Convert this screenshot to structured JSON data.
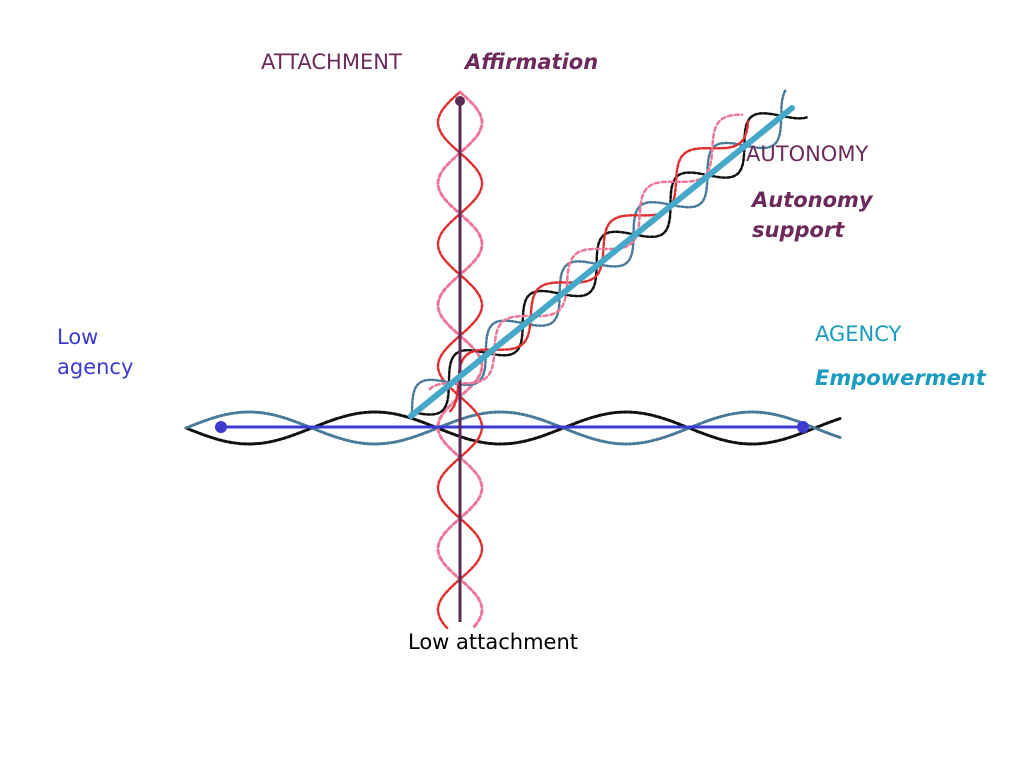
{
  "labels": {
    "attachment": "ATTACHMENT",
    "affirmation": "Affirmation",
    "autonomy": "AUTONOMY",
    "autonomy_support": "Autonomy support",
    "agency": "AGENCY",
    "empowerment": "Empowerment",
    "low_agency": "Low agency",
    "low_attachment": "Low attachment"
  },
  "colors": {
    "attachment_axis": "#5a2a55",
    "agency_axis": "#3b3bd0",
    "autonomy_axis": "#45a8c8",
    "helix_red": "#e03030",
    "helix_pink": "#ee7799",
    "helix_black": "#111111",
    "helix_blue": "#4a7a9a",
    "attachment_text": "#6b2a5b",
    "agency_text": "#1b9bbf",
    "low_agency_text": "#3b3bd0"
  }
}
